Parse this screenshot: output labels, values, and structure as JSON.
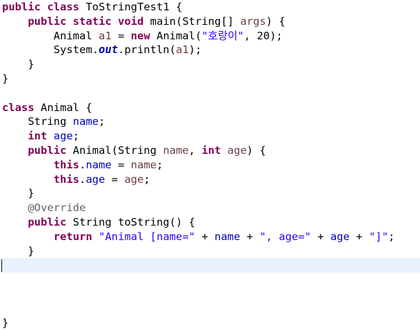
{
  "editor": {
    "current_line_color": "#e8f2fe",
    "lines": [
      [
        {
          "t": "public",
          "c": "kw"
        },
        {
          "t": " ",
          "c": "plain"
        },
        {
          "t": "class",
          "c": "kw"
        },
        {
          "t": " ToStringTest1 {",
          "c": "plain"
        }
      ],
      [
        {
          "t": "    ",
          "c": "plain"
        },
        {
          "t": "public",
          "c": "kw"
        },
        {
          "t": " ",
          "c": "plain"
        },
        {
          "t": "static",
          "c": "kw"
        },
        {
          "t": " ",
          "c": "plain"
        },
        {
          "t": "void",
          "c": "kw"
        },
        {
          "t": " main(String[] ",
          "c": "plain"
        },
        {
          "t": "args",
          "c": "var"
        },
        {
          "t": ") {",
          "c": "plain"
        }
      ],
      [
        {
          "t": "        Animal ",
          "c": "plain"
        },
        {
          "t": "a1",
          "c": "var"
        },
        {
          "t": " = ",
          "c": "plain"
        },
        {
          "t": "new",
          "c": "kw"
        },
        {
          "t": " Animal(",
          "c": "plain"
        },
        {
          "t": "\"호랑이\"",
          "c": "str"
        },
        {
          "t": ", 20);",
          "c": "plain"
        }
      ],
      [
        {
          "t": "        System.",
          "c": "plain"
        },
        {
          "t": "out",
          "c": "fld-static"
        },
        {
          "t": ".println(",
          "c": "plain"
        },
        {
          "t": "a1",
          "c": "var"
        },
        {
          "t": ");",
          "c": "plain"
        }
      ],
      [
        {
          "t": "    }",
          "c": "plain"
        }
      ],
      [
        {
          "t": "}",
          "c": "plain"
        }
      ],
      [],
      [
        {
          "t": "class",
          "c": "kw"
        },
        {
          "t": " Animal {",
          "c": "plain"
        }
      ],
      [
        {
          "t": "    String ",
          "c": "plain"
        },
        {
          "t": "name",
          "c": "fld"
        },
        {
          "t": ";",
          "c": "plain"
        }
      ],
      [
        {
          "t": "    ",
          "c": "plain"
        },
        {
          "t": "int",
          "c": "kw"
        },
        {
          "t": " ",
          "c": "plain"
        },
        {
          "t": "age",
          "c": "fld"
        },
        {
          "t": ";",
          "c": "plain"
        }
      ],
      [
        {
          "t": "    ",
          "c": "plain"
        },
        {
          "t": "public",
          "c": "kw"
        },
        {
          "t": " Animal(String ",
          "c": "plain"
        },
        {
          "t": "name",
          "c": "var"
        },
        {
          "t": ", ",
          "c": "plain"
        },
        {
          "t": "int",
          "c": "kw"
        },
        {
          "t": " ",
          "c": "plain"
        },
        {
          "t": "age",
          "c": "var"
        },
        {
          "t": ") {",
          "c": "plain"
        }
      ],
      [
        {
          "t": "        ",
          "c": "plain"
        },
        {
          "t": "this",
          "c": "kw"
        },
        {
          "t": ".",
          "c": "plain"
        },
        {
          "t": "name",
          "c": "fld"
        },
        {
          "t": " = ",
          "c": "plain"
        },
        {
          "t": "name",
          "c": "var"
        },
        {
          "t": ";",
          "c": "plain"
        }
      ],
      [
        {
          "t": "        ",
          "c": "plain"
        },
        {
          "t": "this",
          "c": "kw"
        },
        {
          "t": ".",
          "c": "plain"
        },
        {
          "t": "age",
          "c": "fld"
        },
        {
          "t": " = ",
          "c": "plain"
        },
        {
          "t": "age",
          "c": "var"
        },
        {
          "t": ";",
          "c": "plain"
        }
      ],
      [
        {
          "t": "    }",
          "c": "plain"
        }
      ],
      [
        {
          "t": "    ",
          "c": "plain"
        },
        {
          "t": "@Override",
          "c": "ann"
        }
      ],
      [
        {
          "t": "    ",
          "c": "plain"
        },
        {
          "t": "public",
          "c": "kw"
        },
        {
          "t": " String toString() {",
          "c": "plain"
        }
      ],
      [
        {
          "t": "        ",
          "c": "plain"
        },
        {
          "t": "return",
          "c": "kw"
        },
        {
          "t": " ",
          "c": "plain"
        },
        {
          "t": "\"Animal [name=\"",
          "c": "str"
        },
        {
          "t": " + ",
          "c": "plain"
        },
        {
          "t": "name",
          "c": "fld"
        },
        {
          "t": " + ",
          "c": "plain"
        },
        {
          "t": "\", age=\"",
          "c": "str"
        },
        {
          "t": " + ",
          "c": "plain"
        },
        {
          "t": "age",
          "c": "fld"
        },
        {
          "t": " + ",
          "c": "plain"
        },
        {
          "t": "\"]\"",
          "c": "str"
        },
        {
          "t": ";",
          "c": "plain"
        }
      ],
      [
        {
          "t": "    }",
          "c": "plain"
        }
      ],
      [],
      [],
      [],
      [],
      [
        {
          "t": "}",
          "c": "plain"
        }
      ]
    ]
  }
}
